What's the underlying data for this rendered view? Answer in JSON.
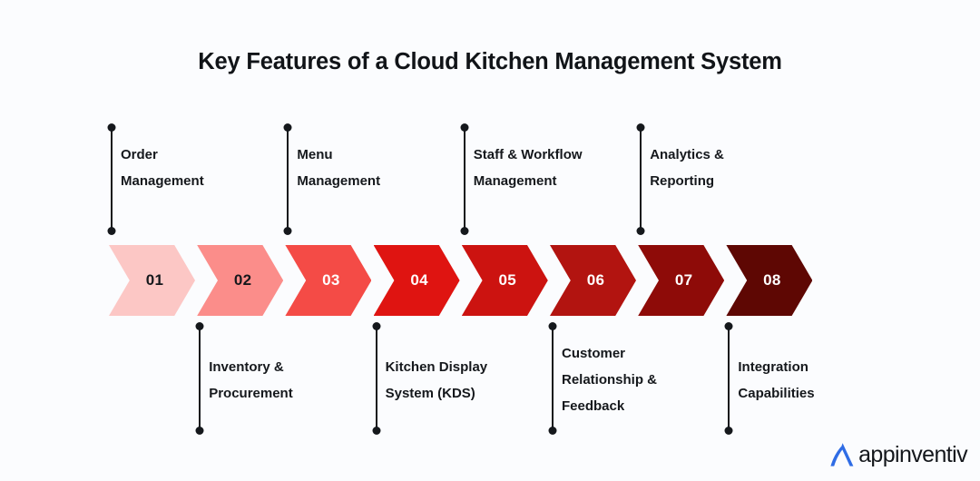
{
  "page": {
    "title": "Key Features of a Cloud Kitchen Management System",
    "background_color": "#fbfcfe",
    "connector_color": "#15181c",
    "text_color": "#15181c"
  },
  "steps": [
    {
      "number": "01",
      "label": "Order\nManagement",
      "position": "top",
      "color": "#fcc7c5",
      "num_color": "#15181c"
    },
    {
      "number": "02",
      "label": "Inventory &\nProcurement",
      "position": "bottom",
      "color": "#fb8d8a",
      "num_color": "#15181c"
    },
    {
      "number": "03",
      "label": "Menu\nManagement",
      "position": "top",
      "color": "#f44b46",
      "num_color": "#ffffff"
    },
    {
      "number": "04",
      "label": "Kitchen Display\nSystem (KDS)",
      "position": "bottom",
      "color": "#df1411",
      "num_color": "#ffffff"
    },
    {
      "number": "05",
      "label": "Staff & Workflow\nManagement",
      "position": "top",
      "color": "#cc1310",
      "num_color": "#ffffff"
    },
    {
      "number": "06",
      "label": "Customer\nRelationship &\nFeedback",
      "position": "bottom",
      "color": "#b21410",
      "num_color": "#ffffff"
    },
    {
      "number": "07",
      "label": "Analytics &\nReporting",
      "position": "top",
      "color": "#8e0b08",
      "num_color": "#ffffff"
    },
    {
      "number": "08",
      "label": "Integration\nCapabilities",
      "position": "bottom",
      "color": "#5e0703",
      "num_color": "#ffffff"
    }
  ],
  "brand": {
    "name": "appinventiv",
    "mark_color": "#2f6ce5",
    "text_color": "#14171c"
  }
}
